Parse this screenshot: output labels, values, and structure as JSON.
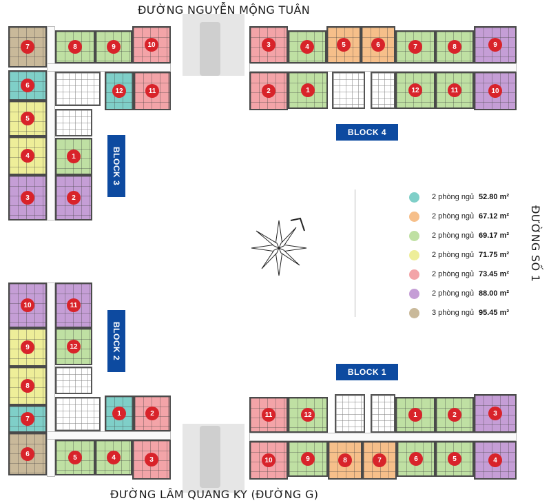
{
  "streets": {
    "top": "ĐƯỜNG NGUYỄN MỘNG TUÂN",
    "bottom": "ĐƯỜNG LÂM QUANG KY (ĐƯỜNG G)",
    "right": "ĐƯỜNG SỐ 1"
  },
  "blocks": [
    "BLOCK 4",
    "BLOCK 3",
    "BLOCK 2",
    "BLOCK 1"
  ],
  "legend": [
    {
      "key": "A",
      "desc": "2 phòng ngủ",
      "area": "52.80 m²",
      "color": "#7fcfc8"
    },
    {
      "key": "B",
      "desc": "2 phòng ngủ",
      "area": "67.12 m²",
      "color": "#f6bf8a"
    },
    {
      "key": "C",
      "desc": "2 phòng ngủ",
      "area": "69.17 m²",
      "color": "#bfe0a3"
    },
    {
      "key": "D",
      "desc": "2 phòng ngủ",
      "area": "71.75 m²",
      "color": "#eeee99"
    },
    {
      "key": "E",
      "desc": "2 phòng ngủ",
      "area": "73.45 m²",
      "color": "#f3a4a8"
    },
    {
      "key": "F",
      "desc": "2 phòng ngủ",
      "area": "88.00 m²",
      "color": "#c59ed6"
    },
    {
      "key": "G",
      "desc": "3 phòng ngủ",
      "area": "95.45 m²",
      "color": "#c9b99a"
    }
  ],
  "units": {
    "block3": [
      {
        "n": "7",
        "t": "G"
      },
      {
        "n": "8",
        "t": "C"
      },
      {
        "n": "9",
        "t": "C"
      },
      {
        "n": "10",
        "t": "E"
      },
      {
        "n": "6",
        "t": "A"
      },
      {
        "n": "12",
        "t": "A"
      },
      {
        "n": "11",
        "t": "E"
      },
      {
        "n": "5",
        "t": "D"
      },
      {
        "n": "4",
        "t": "D"
      },
      {
        "n": "1",
        "t": "C"
      },
      {
        "n": "3",
        "t": "F"
      },
      {
        "n": "2",
        "t": "F"
      }
    ],
    "block4": [
      {
        "n": "3",
        "t": "E"
      },
      {
        "n": "4",
        "t": "C"
      },
      {
        "n": "5",
        "t": "B"
      },
      {
        "n": "6",
        "t": "B"
      },
      {
        "n": "7",
        "t": "C"
      },
      {
        "n": "8",
        "t": "C"
      },
      {
        "n": "9",
        "t": "F"
      },
      {
        "n": "2",
        "t": "E"
      },
      {
        "n": "1",
        "t": "C"
      },
      {
        "n": "12",
        "t": "C"
      },
      {
        "n": "11",
        "t": "C"
      },
      {
        "n": "10",
        "t": "F"
      }
    ],
    "block2": [
      {
        "n": "10",
        "t": "F"
      },
      {
        "n": "11",
        "t": "F"
      },
      {
        "n": "9",
        "t": "D"
      },
      {
        "n": "12",
        "t": "C"
      },
      {
        "n": "8",
        "t": "D"
      },
      {
        "n": "7",
        "t": "A"
      },
      {
        "n": "1",
        "t": "A"
      },
      {
        "n": "2",
        "t": "E"
      },
      {
        "n": "6",
        "t": "G"
      },
      {
        "n": "5",
        "t": "C"
      },
      {
        "n": "4",
        "t": "C"
      },
      {
        "n": "3",
        "t": "E"
      }
    ],
    "block1": [
      {
        "n": "11",
        "t": "E"
      },
      {
        "n": "12",
        "t": "C"
      },
      {
        "n": "1",
        "t": "C"
      },
      {
        "n": "2",
        "t": "C"
      },
      {
        "n": "3",
        "t": "F"
      },
      {
        "n": "10",
        "t": "E"
      },
      {
        "n": "9",
        "t": "C"
      },
      {
        "n": "8",
        "t": "B"
      },
      {
        "n": "7",
        "t": "B"
      },
      {
        "n": "6",
        "t": "C"
      },
      {
        "n": "5",
        "t": "C"
      },
      {
        "n": "4",
        "t": "F"
      }
    ]
  }
}
